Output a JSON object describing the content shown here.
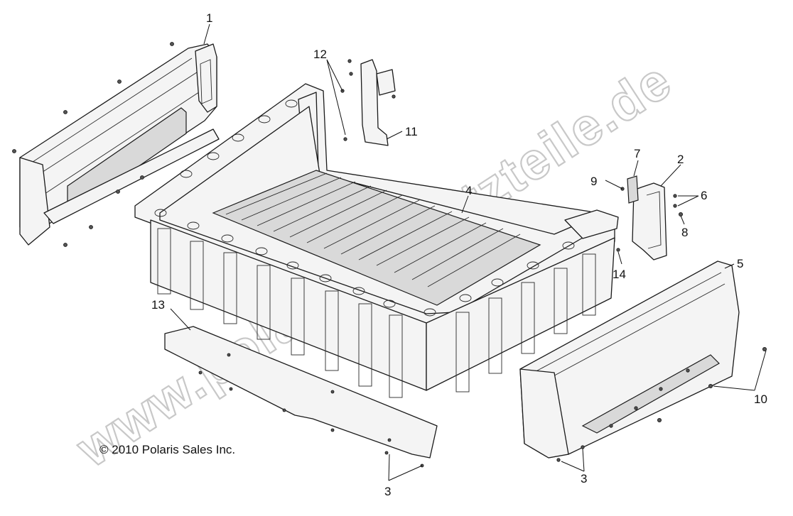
{
  "callouts": {
    "c1": "1",
    "c2": "2",
    "c3a": "3",
    "c3b": "3",
    "c4": "4",
    "c5": "5",
    "c6": "6",
    "c7": "7",
    "c8": "8",
    "c9": "9",
    "c10": "10",
    "c11": "11",
    "c12": "12",
    "c13": "13",
    "c14": "14"
  },
  "copyright": "© 2010 Polaris Sales Inc.",
  "watermark": "www.polaris-ersatzteile.de"
}
